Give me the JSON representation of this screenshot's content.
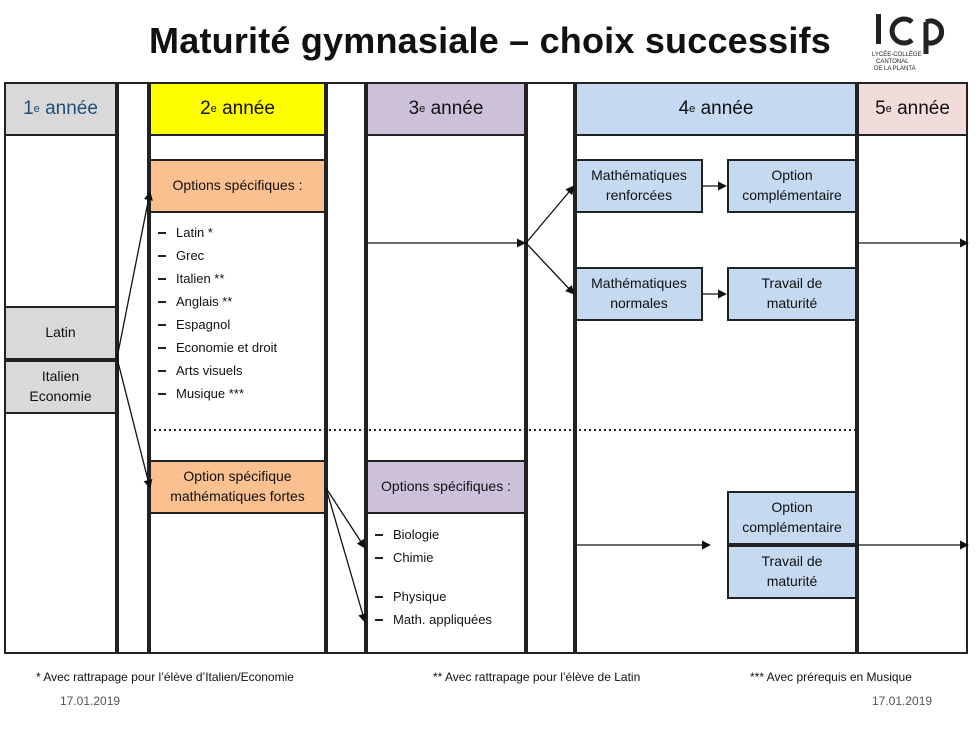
{
  "title": "Maturité gymnasiale – choix successifs",
  "logo": {
    "mark": "lcp",
    "lines": [
      "LYCÉE-COLLÈGE",
      "CANTONAL",
      "DE LA PLANTA"
    ]
  },
  "years": {
    "y1": {
      "num": "1",
      "sup": "e",
      "word": "année"
    },
    "y2": {
      "num": "2",
      "sup": "e",
      "word": "année"
    },
    "y3": {
      "num": "3",
      "sup": "e",
      "word": "année"
    },
    "y4": {
      "num": "4",
      "sup": "e",
      "word": "année"
    },
    "y5": {
      "num": "5",
      "sup": "e",
      "word": "année"
    }
  },
  "colors": {
    "y1": "#d9d9d9",
    "y2": "#ffff00",
    "y3": "#ccc0da",
    "y4": "#c5d9f1",
    "y5": "#f2dcdb",
    "orange": "#fac090",
    "y1_text": "#1f4e79"
  },
  "col1": {
    "latin": "Latin",
    "italien": "Italien",
    "economie": "Economie"
  },
  "col2": {
    "options_title": "Options spécifiques :",
    "options": [
      "Latin *",
      "Grec",
      "Italien **",
      "Anglais **",
      "Espagnol",
      "Economie et droit",
      "Arts visuels",
      "Musique ***"
    ],
    "math_line1": "Option spécifique",
    "math_line2": "mathématiques fortes"
  },
  "col3": {
    "options_title": "Options spécifiques :",
    "group1": [
      "Biologie",
      "Chimie"
    ],
    "group2": [
      "Physique",
      "Math. appliquées"
    ]
  },
  "col4": {
    "renf_1": "Mathématiques",
    "renf_2": "renforcées",
    "norm_1": "Mathématiques",
    "norm_2": "normales",
    "opt_1": "Option",
    "opt_2": "complémentaire",
    "trav_1": "Travail de",
    "trav_2": "maturité",
    "opt_b1": "Option",
    "opt_b2": "complémentaire",
    "trav_b1": "Travail de",
    "trav_b2": "maturité"
  },
  "footnotes": {
    "f1": "* Avec rattrapage pour l’élève d’Italien/Economie",
    "f2": "** Avec rattrapage pour l’élève de Latin",
    "f3": "*** Avec prérequis en Musique"
  },
  "date_left": "17.01.2019",
  "date_right": "17.01.2019"
}
